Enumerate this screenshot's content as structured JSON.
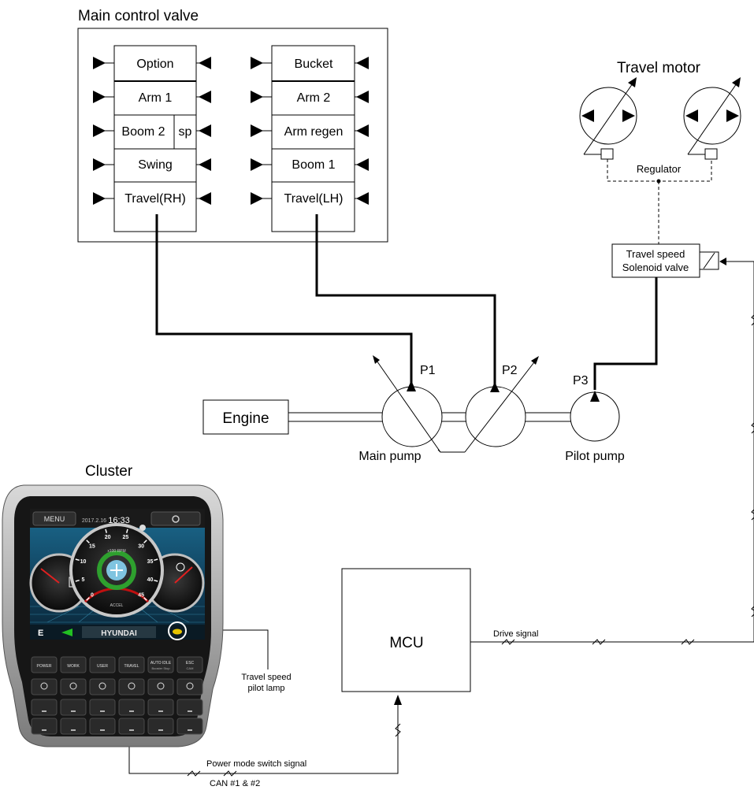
{
  "titles": {
    "main_control_valve": "Main control valve",
    "travel_motor": "Travel motor",
    "cluster": "Cluster"
  },
  "valves_left": [
    "Option",
    "Arm 1",
    "Boom 2",
    "Swing",
    "Travel(RH)"
  ],
  "valve_sp": "sp",
  "valves_right": [
    "Bucket",
    "Arm 2",
    "Arm regen",
    "Boom 1",
    "Travel(LH)"
  ],
  "labels": {
    "regulator": "Regulator",
    "solenoid_line1": "Travel speed",
    "solenoid_line2": "Solenoid valve",
    "engine": "Engine",
    "p1": "P1",
    "p2": "P2",
    "p3": "P3",
    "main_pump": "Main pump",
    "pilot_pump": "Pilot pump",
    "mcu": "MCU",
    "drive_signal": "Drive signal",
    "pilot_lamp_line1": "Travel speed",
    "pilot_lamp_line2": "pilot lamp",
    "power_mode": "Power mode switch signal",
    "can": "CAN #1 & #2"
  },
  "cluster": {
    "menu": "MENU",
    "date": "2017.2.16",
    "time": "16:33",
    "brand": "HYUNDAI",
    "mode_letter": "E",
    "rpm_unit": "x100 RPM",
    "accel": "ACCEL",
    "gauge_ticks": [
      "0",
      "5",
      "10",
      "15",
      "20",
      "25",
      "30",
      "35",
      "40",
      "45"
    ],
    "buttons_row1": [
      "POWER",
      "WORK",
      "USER",
      "TRAVEL",
      "AUTO IDLE",
      "ESC"
    ],
    "buttons_row1_sub": [
      "",
      "",
      "",
      "",
      "Booster Stop",
      "CAM"
    ]
  }
}
